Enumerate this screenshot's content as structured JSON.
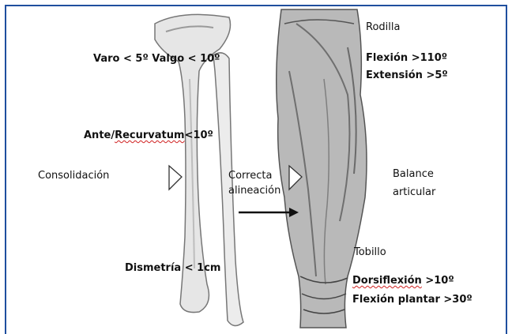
{
  "left": {
    "varo_valgo": "Varo < 5º Valgo < 10º",
    "ante_prefix": "Ante/",
    "ante_underlined": "Recurvatum",
    "ante_suffix": "<10º",
    "consolidacion": "Consolidación",
    "dismetria": "Dismetría < 1cm"
  },
  "center": {
    "correcta": "Correcta",
    "alineacion": "alineación"
  },
  "right": {
    "rodilla": "Rodilla",
    "flexion": "Flexión >110º",
    "extension": "Extensión >5º",
    "balance": "Balance",
    "articular": "articular",
    "tobillo": "Tobillo",
    "dorsiflexion_underlined": "Dorsiflexión",
    "dorsiflexion_suffix": " >10º",
    "flexion_plantar": "Flexión plantar >30º"
  },
  "colors": {
    "frame": "#1f4f9e",
    "bone": "#e4e4e4",
    "muscle": "#9a9a9a",
    "spellcheck": "#d02020"
  }
}
